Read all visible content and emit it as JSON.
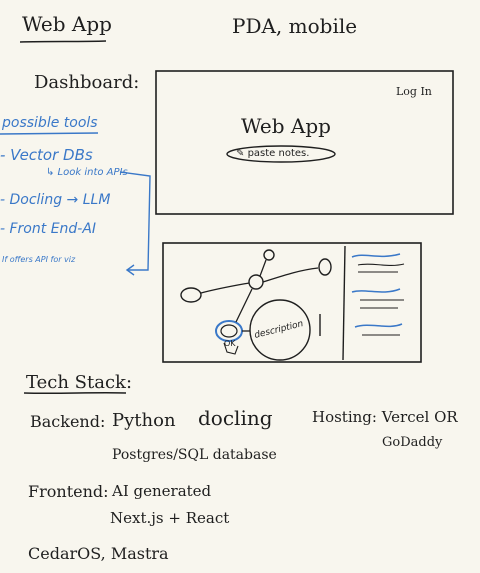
{
  "header": {
    "left_title": "Web App",
    "right_title": "PDA, mobile"
  },
  "dashboard": {
    "label": "Dashboard:",
    "mockup": {
      "login": "Log In",
      "title": "Web App",
      "paste_button": "paste notes."
    }
  },
  "possible_tools": {
    "heading": "possible tools",
    "items": [
      "- Vector DBs",
      "↳ Look into APIs",
      "- Docling → LLM",
      "- Front End-AI",
      "If offers API for viz"
    ]
  },
  "graph": {
    "description": "description",
    "ok": "OK"
  },
  "tech_stack": {
    "heading": "Tech Stack:",
    "backend_label": "Backend:",
    "backend_items": [
      "Python",
      "docling"
    ],
    "backend_db": "Postgres/SQL database",
    "hosting": "Hosting: Vercel OR",
    "hosting_alt": "GoDaddy",
    "frontend_label": "Frontend:",
    "frontend_items": [
      "AI generated",
      "Next.js + React"
    ],
    "other": "CedarOS, Mastra"
  },
  "colors": {
    "ink": "#1f1f1f",
    "blue_ink": "#3a78c8",
    "paper": "#f8f6ee"
  }
}
